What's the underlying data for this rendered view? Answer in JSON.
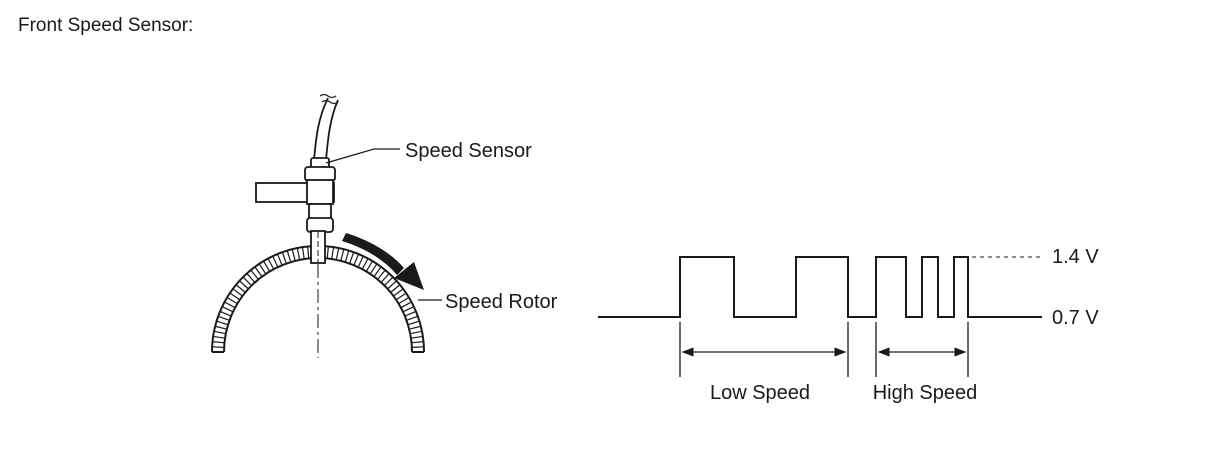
{
  "title": "Front Speed Sensor:",
  "labels": {
    "speed_sensor": "Speed Sensor",
    "speed_rotor": "Speed Rotor",
    "high_voltage": "1.4 V",
    "low_voltage": "0.7 V",
    "low_speed": "Low Speed",
    "high_speed": "High Speed"
  },
  "colors": {
    "line": "#1a1a1a",
    "background": "#ffffff"
  }
}
